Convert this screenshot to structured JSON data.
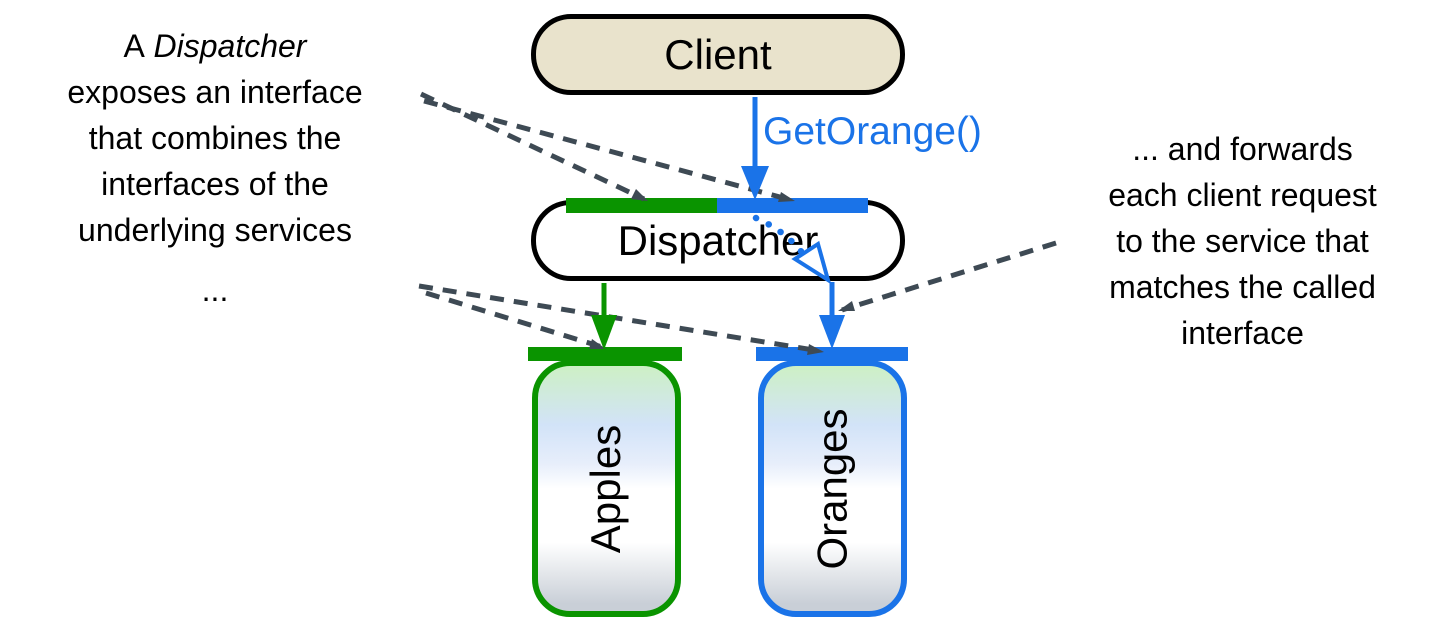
{
  "client": {
    "label": "Client"
  },
  "dispatcher": {
    "label": "Dispatcher"
  },
  "services": [
    {
      "label": "Apples",
      "color": "#0a9400"
    },
    {
      "label": "Oranges",
      "color": "#1a73e8"
    }
  ],
  "message": {
    "label": "GetOrange()",
    "color": "#1a73e8"
  },
  "annotations": {
    "left": {
      "line1_plain": "A",
      "line1_italic": "Dispatcher",
      "line2": "exposes an interface",
      "line3": "that combines the",
      "line4": "interfaces of the",
      "line5": "underlying services",
      "line6": "..."
    },
    "right": {
      "line1": "... and forwards",
      "line2": "each client request",
      "line3": "to the service that",
      "line4": "matches the called",
      "line5": "interface"
    }
  },
  "colors": {
    "client_fill": "#e9e3cc",
    "node_border": "#000000",
    "apples_green": "#0a9400",
    "oranges_blue": "#1a73e8",
    "callout_dash": "#3e4a54",
    "service_gradient_top": "#cdf0c5",
    "service_gradient_mid": "#d2e3f8",
    "service_gradient_low": "#ffffff",
    "service_gradient_bottom": "#c9cfd7"
  }
}
